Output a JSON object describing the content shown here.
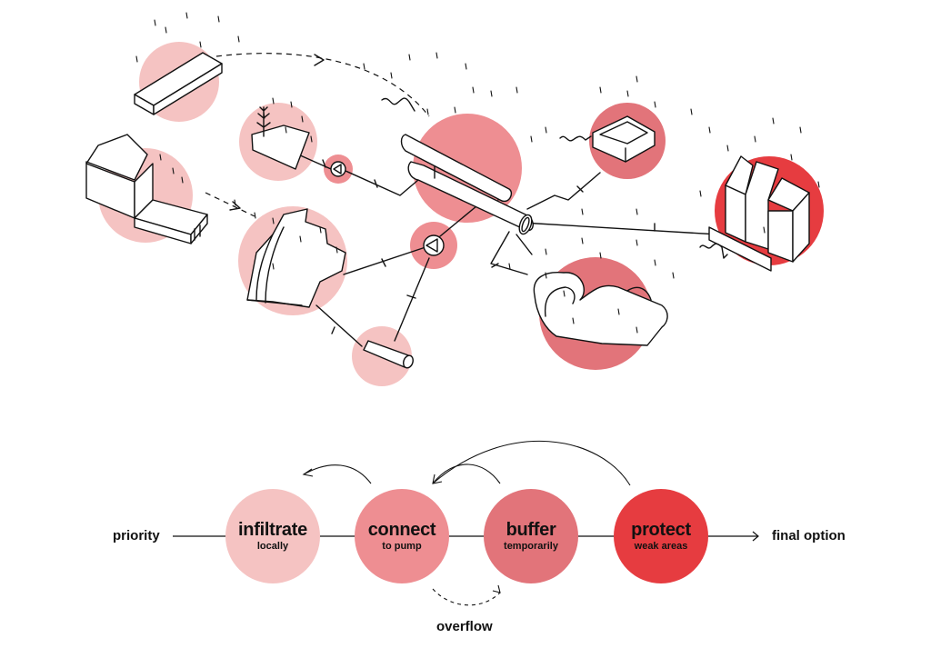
{
  "colors": {
    "infiltrate": "#f5c3c2",
    "connect": "#ee8e92",
    "buffer": "#e2747a",
    "protect": "#e63c40",
    "ink": "#111111",
    "background": "#ffffff"
  },
  "sketch": {
    "elements": [
      {
        "id": "green-roof",
        "description": "green roof tile",
        "category": "infiltrate"
      },
      {
        "id": "tree-pit",
        "description": "planted soil patch with tree",
        "category": "infiltrate"
      },
      {
        "id": "house-garden",
        "description": "house with garden",
        "category": "infiltrate"
      },
      {
        "id": "terraced-field",
        "description": "stepped infiltration field",
        "category": "infiltrate"
      },
      {
        "id": "infiltration-pipe",
        "description": "perforated infiltration tube",
        "category": "infiltrate"
      },
      {
        "id": "pump-small",
        "description": "pump symbol",
        "category": "connect"
      },
      {
        "id": "pump-large",
        "description": "pump symbol",
        "category": "connect"
      },
      {
        "id": "canal-pipe",
        "description": "channel with grating over pipe",
        "category": "connect"
      },
      {
        "id": "storage-basin",
        "description": "open storage basin",
        "category": "buffer"
      },
      {
        "id": "retention-pond",
        "description": "sunken retention area",
        "category": "buffer"
      },
      {
        "id": "protected-buildings",
        "description": "buildings with flood barrier",
        "category": "protect"
      }
    ]
  },
  "flow": {
    "start_label": "priority",
    "end_label": "final option",
    "overflow_label": "overflow",
    "steps": [
      {
        "title": "infiltrate",
        "subtitle": "locally",
        "color_key": "infiltrate"
      },
      {
        "title": "connect",
        "subtitle": "to pump",
        "color_key": "connect"
      },
      {
        "title": "buffer",
        "subtitle": "temporarily",
        "color_key": "buffer"
      },
      {
        "title": "protect",
        "subtitle": "weak areas",
        "color_key": "protect"
      }
    ]
  }
}
